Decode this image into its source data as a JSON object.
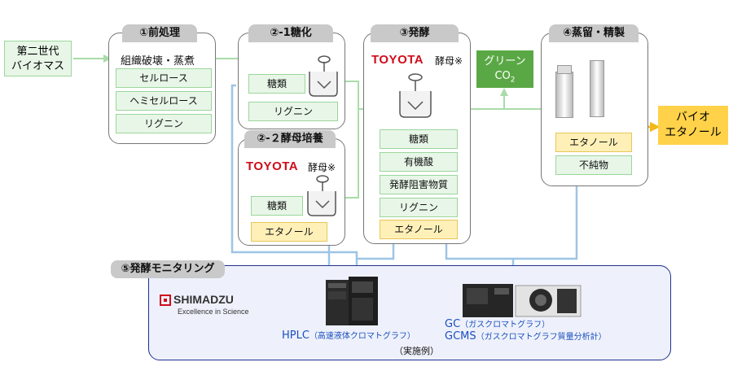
{
  "input": {
    "label_line1": "第二世代",
    "label_line2": "バイオマス"
  },
  "step1": {
    "title": "①前処理",
    "process": "組織破壊・蒸煮",
    "items": [
      "セルロース",
      "ヘミセルロース",
      "リグニン"
    ]
  },
  "step2_1": {
    "title": "②-1糖化",
    "items": [
      "糖類",
      "リグニン"
    ]
  },
  "step2_2": {
    "title": "②-２酵母培養",
    "brand": "TOYOTA",
    "yeast": "酵母※",
    "item_sugar": "糖類",
    "item_ethanol": "エタノール"
  },
  "step3": {
    "title": "③発酵",
    "brand": "TOYOTA",
    "yeast": "酵母※",
    "items": [
      "糖類",
      "有機酸",
      "発酵阻害物質",
      "リグニン"
    ],
    "item_ethanol": "エタノール"
  },
  "green_co2": {
    "line1": "グリーン",
    "line2": "CO",
    "sub": "2"
  },
  "step4": {
    "title": "④蒸留・精製",
    "item_ethanol": "エタノール",
    "item_impurity": "不純物"
  },
  "output": {
    "line1": "バイオ",
    "line2": "エタノール"
  },
  "step5": {
    "title": "⑤発酵モニタリング",
    "brand": "SHIMADZU",
    "tagline": "Excellence in Science",
    "hplc": "HPLC",
    "hplc_note": "（高速液体クロマトグラフ）",
    "gc": "GC",
    "gc_note": "（ガスクロマトグラフ）",
    "gcms": "GCMS",
    "gcms_note": "（ガスクロマトグラフ質量分析計）",
    "example": "（実施例）"
  },
  "colors": {
    "toyota": "#d00c1b",
    "green_box": "#e8f6e8",
    "yellow_box": "#fff0b8",
    "co2_box": "#5aa845",
    "output_box": "#ffd24a",
    "monitor_border": "#1f2f8f",
    "arrow_green": "#a9dca9",
    "arrow_blue": "#9ec4e6",
    "arrow_yellow": "#f2b81c"
  }
}
